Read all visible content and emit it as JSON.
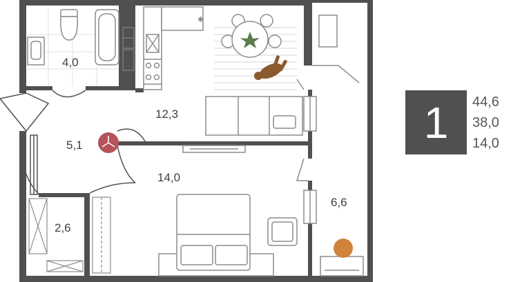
{
  "plan": {
    "rooms": [
      {
        "id": "bathroom",
        "area": "4,0"
      },
      {
        "id": "kitchen-living",
        "area": "12,3"
      },
      {
        "id": "hallway",
        "area": "5,1"
      },
      {
        "id": "bedroom",
        "area": "14,0"
      },
      {
        "id": "storage",
        "area": "2,6"
      },
      {
        "id": "loggia",
        "area": "6,6"
      }
    ],
    "colors": {
      "wall": "#505050",
      "accent": "#b5525a",
      "furniture": "#8c8c8c",
      "tile": "#d9d9d9",
      "chair": "#d0833b",
      "plant": "#5b7b4a"
    }
  },
  "summary": {
    "rooms_count": "1",
    "total_area": "44,6",
    "living_area": "38,0",
    "kitchen_area": "14,0"
  }
}
